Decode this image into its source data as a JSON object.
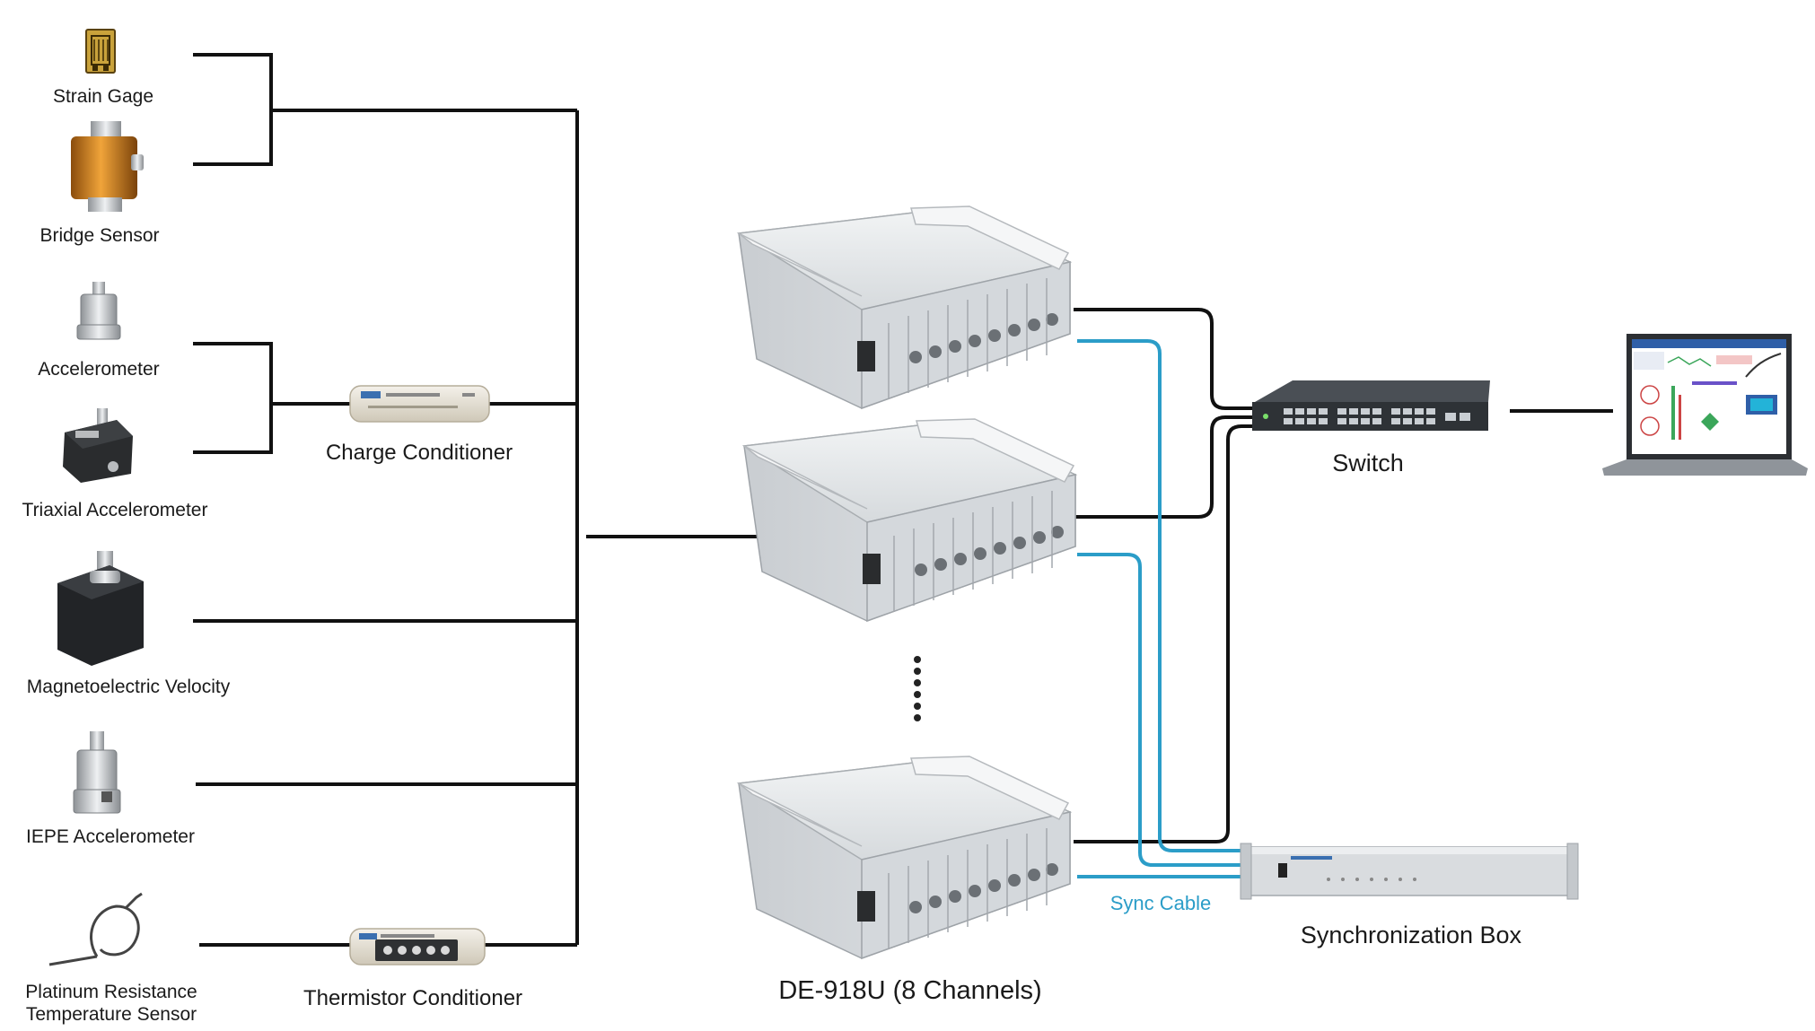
{
  "labels": {
    "strain_gage": "Strain Gage",
    "bridge_sensor": "Bridge Sensor",
    "accelerometer": "Accelerometer",
    "triaxial_accelerometer": "Triaxial Accelerometer",
    "magnetoelectric_velocity": "Magnetoelectric Velocity",
    "iepe_accelerometer": "IEPE Accelerometer",
    "platinum_resistance_line1": "Platinum Resistance",
    "platinum_resistance_line2": "Temperature Sensor",
    "charge_conditioner": "Charge Conditioner",
    "thermistor_conditioner": "Thermistor Conditioner",
    "daq_unit": "DE-918U (8 Channels)",
    "switch": "Switch",
    "synchronization_box": "Synchronization Box",
    "sync_cable": "Sync Cable"
  },
  "colors": {
    "wire": "#111111",
    "sync_cable": "#2b9dc8",
    "chassis": "#dfe3e6",
    "switch_body": "#2e3236",
    "sync_box": "#d9dcdf",
    "copper": "#c77a1e"
  }
}
